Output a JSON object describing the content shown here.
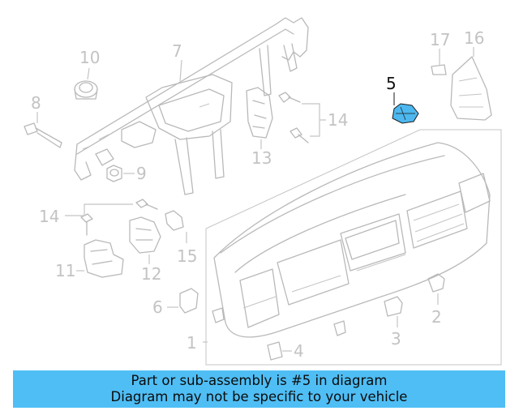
{
  "callouts": {
    "c1": "1",
    "c2": "2",
    "c3": "3",
    "c4": "4",
    "c5": "5",
    "c6": "6",
    "c7": "7",
    "c8": "8",
    "c9": "9",
    "c10": "10",
    "c11": "11",
    "c12": "12",
    "c13": "13",
    "c14a": "14",
    "c14b": "14",
    "c15": "15",
    "c16": "16",
    "c17": "17"
  },
  "highlighted_part": "5",
  "banner": {
    "line1": "Part or sub-assembly is #5 in diagram",
    "line2": "Diagram may not be specific to your vehicle"
  },
  "colors": {
    "line_art": "#b9b9b9",
    "highlight_fill": "#4db8ef",
    "banner_background": "#4fbef5",
    "text_dark": "#111111"
  }
}
